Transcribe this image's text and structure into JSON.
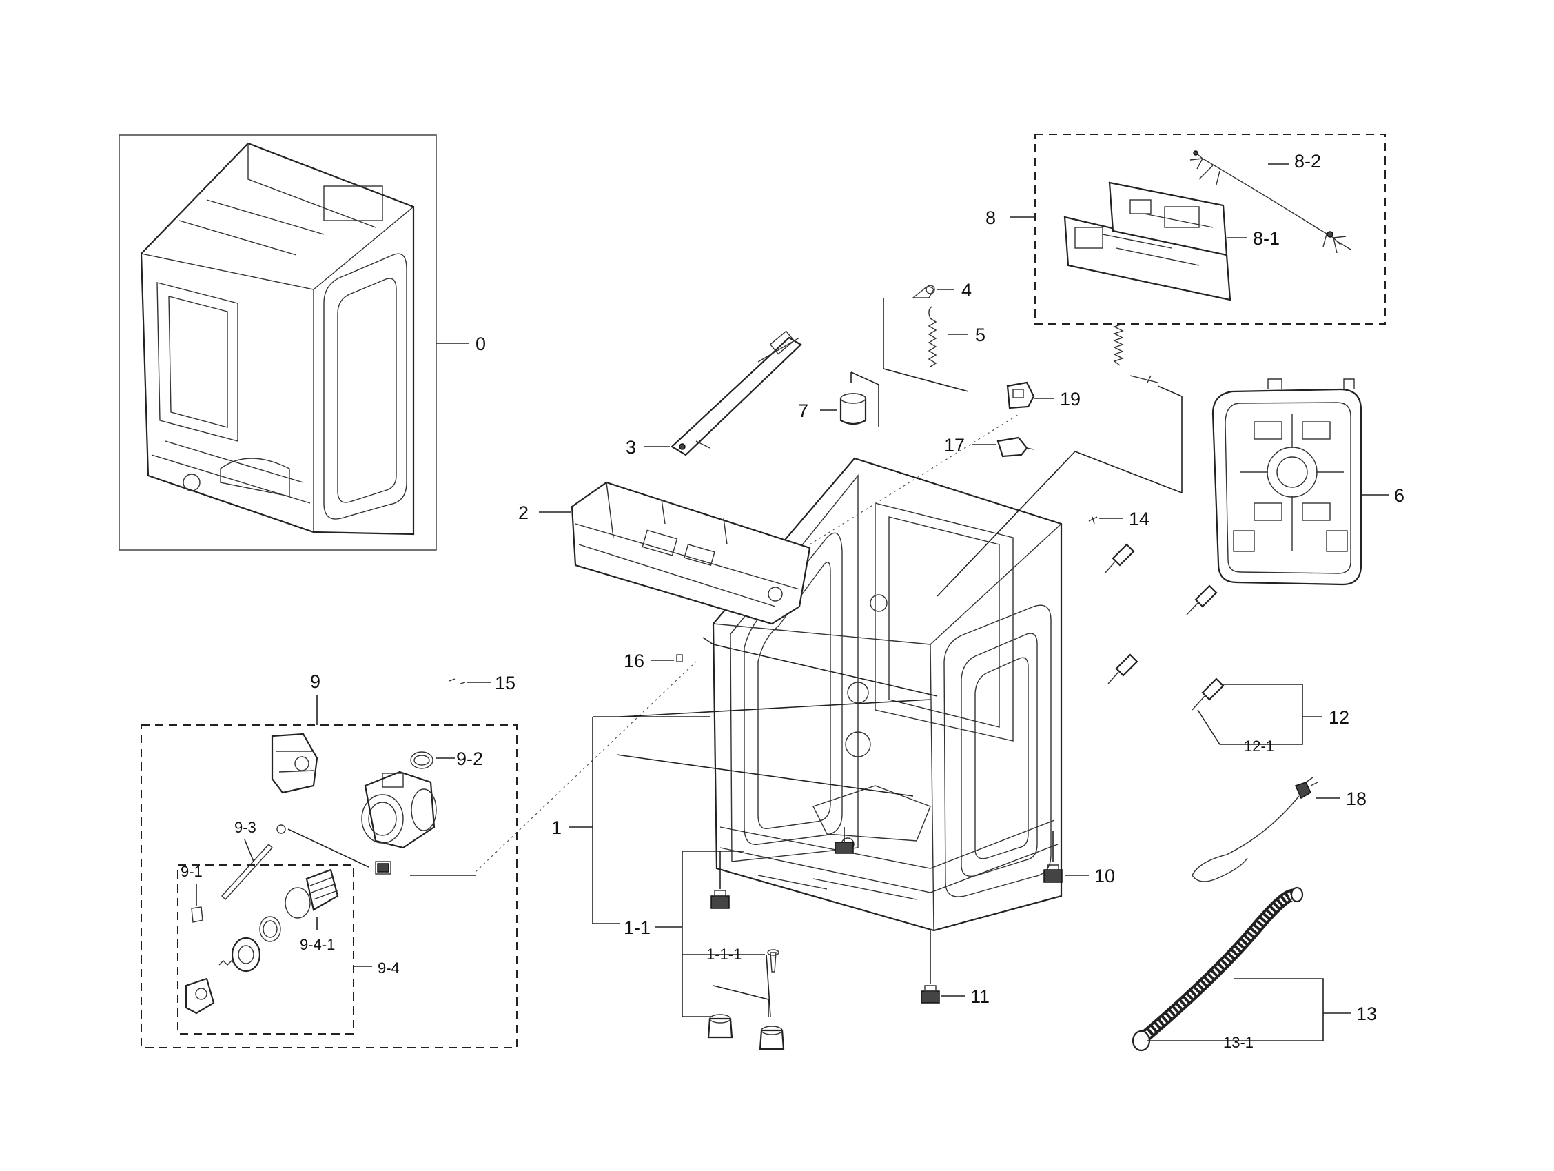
{
  "labels": {
    "l0": "0",
    "l1": "1",
    "l1_1": "1-1",
    "l1_1_1": "1-1-1",
    "l2": "2",
    "l3": "3",
    "l4": "4",
    "l5": "5",
    "l6": "6",
    "l7": "7",
    "l8": "8",
    "l8_1": "8-1",
    "l8_2": "8-2",
    "l9": "9",
    "l9_1": "9-1",
    "l9_2": "9-2",
    "l9_3": "9-3",
    "l9_4": "9-4",
    "l9_4_1": "9-4-1",
    "l10": "10",
    "l11": "11",
    "l12": "12",
    "l12_1": "12-1",
    "l13": "13",
    "l13_1": "13-1",
    "l14": "14",
    "l15": "15",
    "l16": "16",
    "l17": "17",
    "l18": "18",
    "l19": "19"
  }
}
